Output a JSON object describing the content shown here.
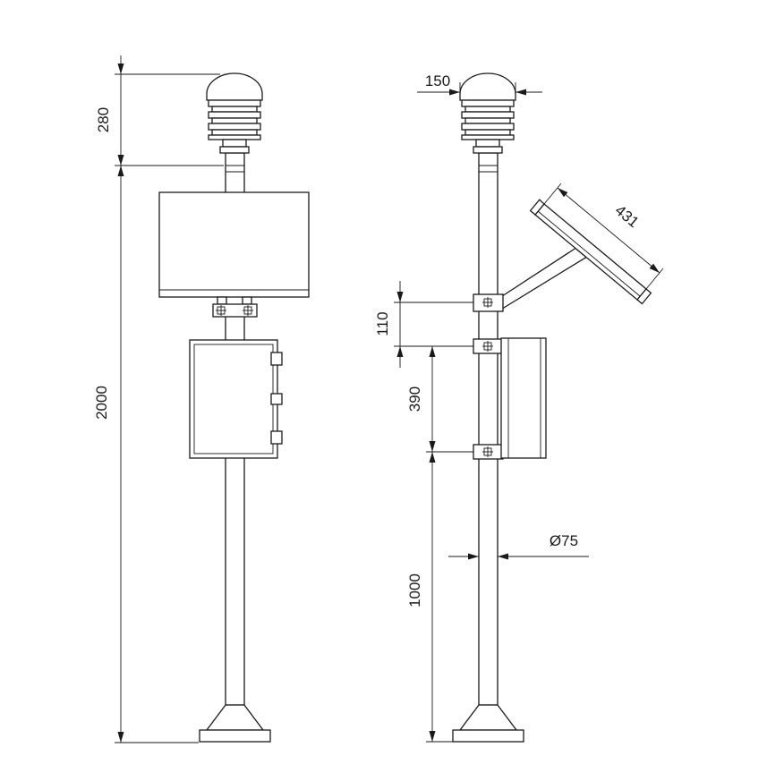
{
  "dimensions": {
    "sensor_height": "280",
    "total_height": "2000",
    "sensor_width": "150",
    "panel_length": "431",
    "clamp_spacing": "110",
    "box_span": "390",
    "lower_pole": "1000",
    "pole_diameter": "Ø75"
  },
  "colors": {
    "line": "#1a1a1a",
    "background": "#ffffff"
  }
}
